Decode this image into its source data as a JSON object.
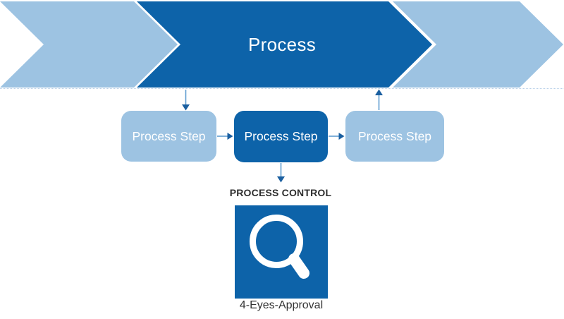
{
  "diagram": {
    "band": {
      "title": "Process",
      "chevrons": [
        {
          "id": "left",
          "variant": "light"
        },
        {
          "id": "center",
          "variant": "dark",
          "label": "Process"
        },
        {
          "id": "right",
          "variant": "light"
        }
      ]
    },
    "steps": [
      {
        "label": "Process Step",
        "variant": "light"
      },
      {
        "label": "Process Step",
        "variant": "dark"
      },
      {
        "label": "Process Step",
        "variant": "light"
      }
    ],
    "control": {
      "heading": "PROCESS CONTROL",
      "icon": "magnifier-icon",
      "caption": "4-Eyes-Approval"
    },
    "colors": {
      "dark_blue": "#0d63a9",
      "light_blue": "#9dc3e2",
      "arrow_line": "#5f9cd1",
      "arrow_head": "#1a5fa0",
      "heading_text": "#2d2d2d",
      "caption_text": "#333333",
      "label_text": "#ffffff",
      "background": "#ffffff"
    }
  }
}
